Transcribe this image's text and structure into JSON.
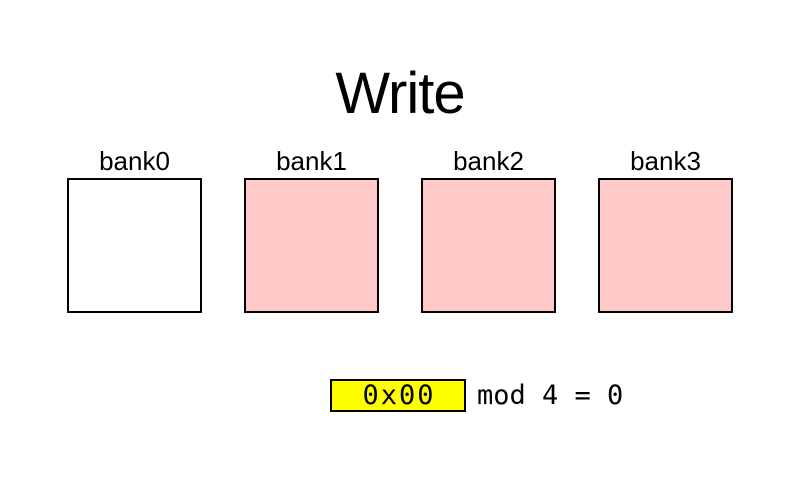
{
  "title": "Write",
  "banks": [
    {
      "label": "bank0",
      "highlighted": false
    },
    {
      "label": "bank1",
      "highlighted": true
    },
    {
      "label": "bank2",
      "highlighted": true
    },
    {
      "label": "bank3",
      "highlighted": true
    }
  ],
  "address": {
    "value": "0x00",
    "equation": "mod 4 = 0"
  },
  "colors": {
    "highlighted_bank": "#ffc9c9",
    "normal_bank": "#ffffff",
    "address_highlight": "#ffff00",
    "outline": "#000000",
    "text": "#000000",
    "background": "#ffffff"
  }
}
